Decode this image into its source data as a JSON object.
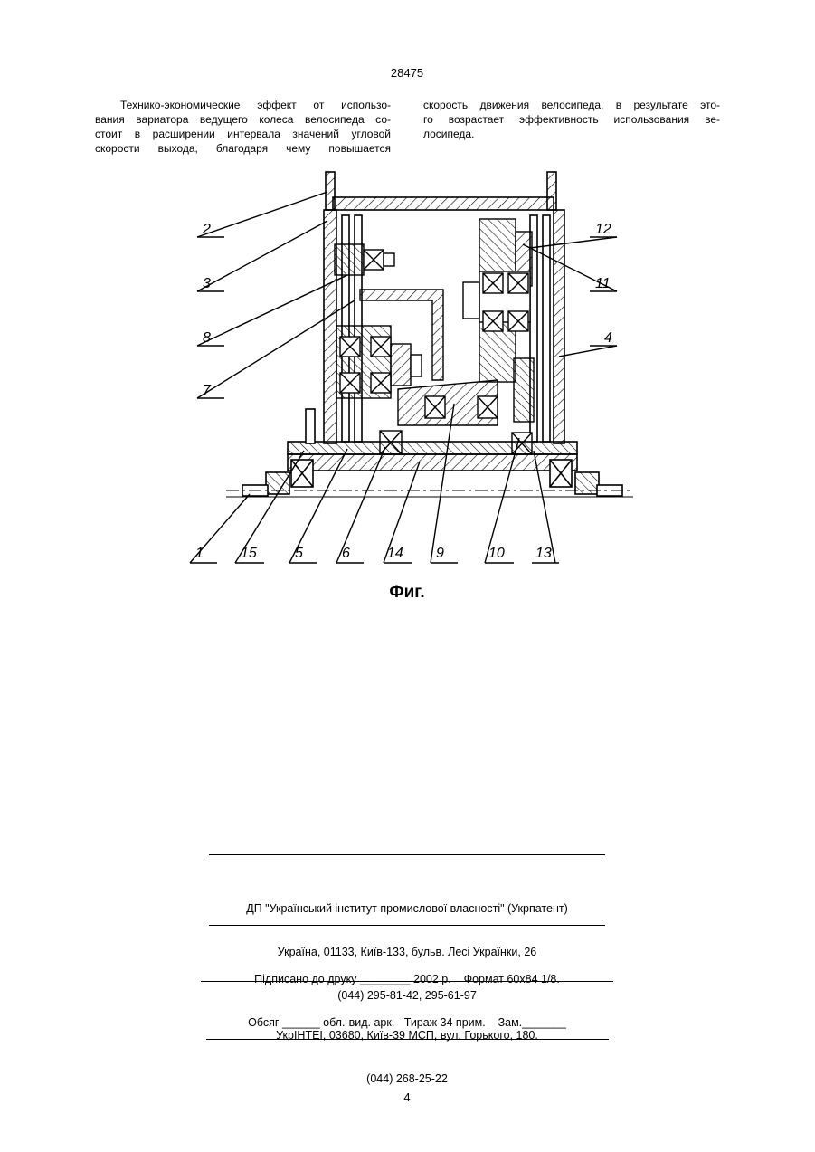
{
  "page": {
    "patent_number": "28475",
    "page_number": "4"
  },
  "text": {
    "left_column": [
      "Технико-экономические эффект от использо-",
      "вания вариатора ведущего колеса велосипеда со-",
      "стоит в расширении интервала значений угловой",
      "скорости выхода, благодаря чему повышается"
    ],
    "right_column": [
      "скорость движения велосипеда, в результате это-",
      "го возрастает эффективность использования ве-",
      "лосипеда."
    ]
  },
  "figure": {
    "caption": "Фиг.",
    "labels": {
      "l1": "1",
      "l2": "2",
      "l3": "3",
      "l4": "4",
      "l5": "5",
      "l6": "6",
      "l7": "7",
      "l8": "8",
      "l9": "9",
      "l10": "10",
      "l11": "11",
      "l12": "12",
      "l13": "13",
      "l14": "14",
      "l15": "15"
    }
  },
  "footer": {
    "block1": [
      "ДП \"Український інститут промислової власності\" (Укрпатент)",
      "Україна, 01133, Київ-133, бульв. Лесі Українки, 26",
      "(044) 295-81-42, 295-61-97"
    ],
    "block2": [
      "Підписано до друку ________ 2002 р.    Формат 60х84 1/8.",
      "Обсяг ______ обл.-вид. арк.   Тираж 34 прим.    Зам._______"
    ],
    "block3": [
      "УкрІНТЕІ, 03680, Київ-39 МСП, вул. Горького, 180.",
      "(044) 268-25-22"
    ]
  }
}
